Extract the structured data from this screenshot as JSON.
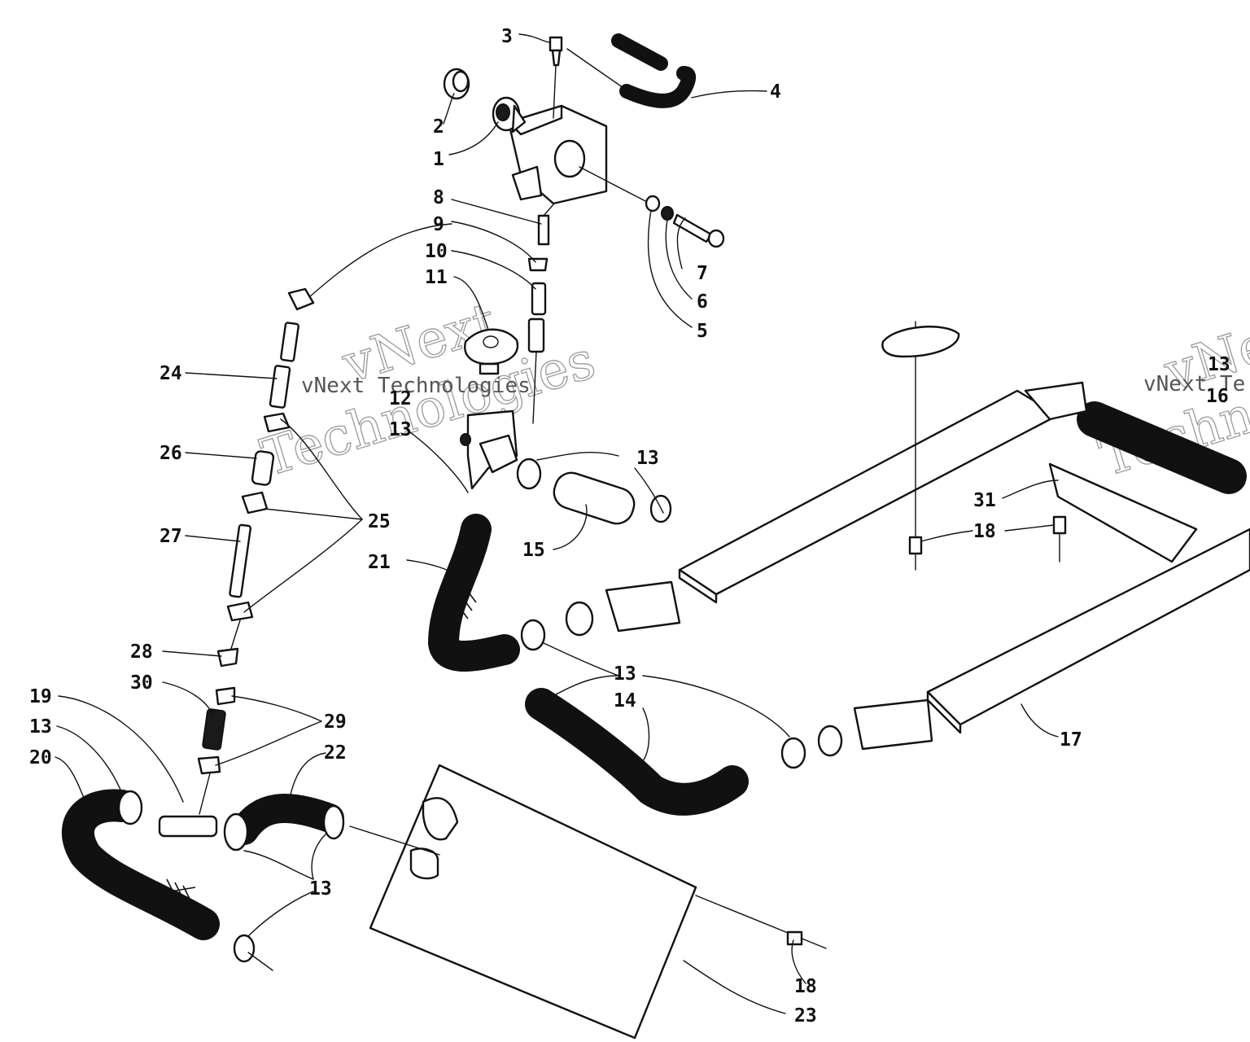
{
  "diagram": {
    "callouts": {
      "c1": "1",
      "c2": "2",
      "c3": "3",
      "c4": "4",
      "c5": "5",
      "c6": "6",
      "c7": "7",
      "c8": "8",
      "c9": "9",
      "c10": "10",
      "c11": "11",
      "c12": "12",
      "c13a": "13",
      "c13b": "13",
      "c13c": "13",
      "c13d": "13",
      "c13e": "13",
      "c13f": "13",
      "c14": "14",
      "c15": "15",
      "c16": "16",
      "c17": "17",
      "c18a": "18",
      "c18b": "18",
      "c19": "19",
      "c20": "20",
      "c21": "21",
      "c22": "22",
      "c23": "23",
      "c24": "24",
      "c25": "25",
      "c26": "26",
      "c27": "27",
      "c28": "28",
      "c29": "29",
      "c30": "30",
      "c31": "31"
    },
    "watermark": {
      "line_a": "vNext Technologies",
      "outline_top": "vNext",
      "outline_bottom": "Technologies",
      "right_a": "vNext Te",
      "right_outline_top": "vNe",
      "right_outline_bottom": "Techno"
    }
  }
}
